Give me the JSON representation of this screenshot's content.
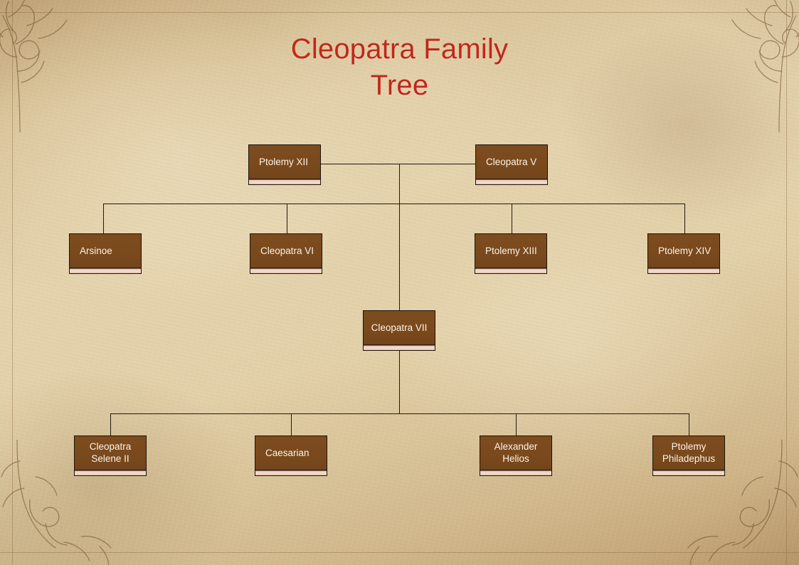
{
  "slide": {
    "title": "Cleopatra Family\nTree",
    "title_color": "#C1271C",
    "background_style": "aged-parchment",
    "node_fill_color": "#79491D",
    "node_border_color": "#1D1409",
    "node_text_color": "#FDF3E6",
    "connector_color": "#231A10"
  },
  "diagram": {
    "type": "family-tree",
    "generations": [
      {
        "name": "parents",
        "nodes": [
          {
            "id": "ptolemy-xii",
            "label": "Ptolemy XII",
            "align": "left"
          },
          {
            "id": "cleopatra-v",
            "label": "Cleopatra V",
            "align": "left"
          }
        ]
      },
      {
        "name": "children",
        "nodes": [
          {
            "id": "arsinoe",
            "label": "Arsinoe",
            "align": "left"
          },
          {
            "id": "cleopatra-vi",
            "label": "Cleopatra VI",
            "align": "left"
          },
          {
            "id": "ptolemy-xiii",
            "label": "Ptolemy XIII",
            "align": "left"
          },
          {
            "id": "ptolemy-xiv",
            "label": "Ptolemy XIV",
            "align": "left"
          }
        ]
      },
      {
        "name": "focus",
        "nodes": [
          {
            "id": "cleopatra-vii",
            "label": "Cleopatra VII",
            "align": "center"
          }
        ]
      },
      {
        "name": "grandchildren",
        "nodes": [
          {
            "id": "cleopatra-selene-ii",
            "label": "Cleopatra\nSelene II",
            "align": "center"
          },
          {
            "id": "caesarian",
            "label": "Caesarian",
            "align": "left"
          },
          {
            "id": "alexander-helios",
            "label": "Alexander\nHelios",
            "align": "center"
          },
          {
            "id": "ptolemy-philadephus",
            "label": "Ptolemy\nPhiladephus",
            "align": "center"
          }
        ]
      }
    ]
  }
}
